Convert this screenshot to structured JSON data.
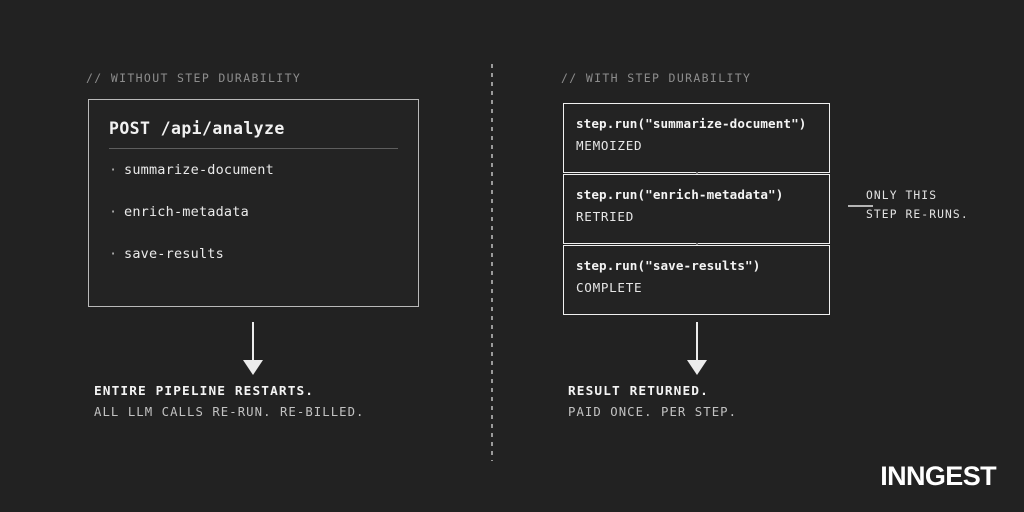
{
  "canvas": {
    "background_color": "#222222",
    "foreground_color": "#e8e8e8"
  },
  "left_panel": {
    "header": "// WITHOUT STEP DURABILITY",
    "card": {
      "title": "POST /api/analyze",
      "border_color": "#b9b9b9",
      "steps": [
        {
          "bullet": "·",
          "label": "summarize-document"
        },
        {
          "bullet": "·",
          "label": "enrich-metadata"
        },
        {
          "bullet": "·",
          "label": "save-results"
        }
      ]
    },
    "arrow": "down-arrow",
    "caption": {
      "primary": "ENTIRE PIPELINE RESTARTS.",
      "secondary": "ALL LLM CALLS RE-RUN. RE-BILLED."
    }
  },
  "right_panel": {
    "header": "// WITH STEP DURABILITY",
    "steps": [
      {
        "call": "step.run(\"summarize-document\")",
        "status": "MEMOIZED"
      },
      {
        "call": "step.run(\"enrich-metadata\")",
        "status": "RETRIED"
      },
      {
        "call": "step.run(\"save-results\")",
        "status": "COMPLETE"
      }
    ],
    "annotation": {
      "line1": "ONLY THIS",
      "line2": "STEP RE-RUNS."
    },
    "arrow": "down-arrow",
    "caption": {
      "primary": "RESULT RETURNED.",
      "secondary": "PAID ONCE. PER STEP."
    }
  },
  "divider": {
    "style": "dotted-vertical"
  },
  "logo": {
    "text": "INNGEST",
    "color": "#ffffff"
  }
}
